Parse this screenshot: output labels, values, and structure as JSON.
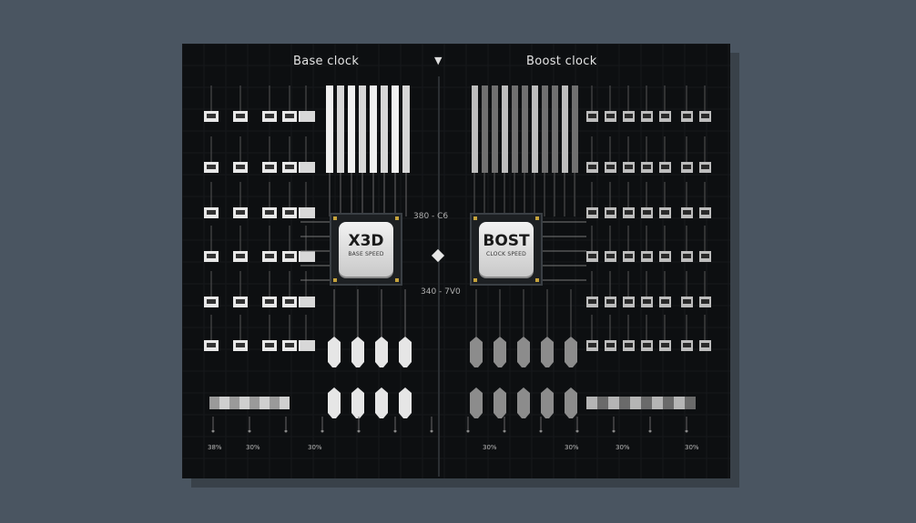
{
  "titles": {
    "left": "Base clock",
    "right": "Boost clock"
  },
  "chips": {
    "left": {
      "label": "X3D",
      "sub": "BASE SPEED"
    },
    "right": {
      "label": "BOST",
      "sub": "CLOCK SPEED"
    }
  },
  "side_text": {
    "top": "380 - C6",
    "bottom": "340 - 7V0"
  },
  "pct_labels": [
    "38%",
    "30%",
    "30%",
    "30%",
    "30%",
    "30%",
    "30%"
  ],
  "colors": {
    "background": "#4a5561",
    "board": "#0d0f11",
    "chip_pins": "#c6a33c"
  }
}
